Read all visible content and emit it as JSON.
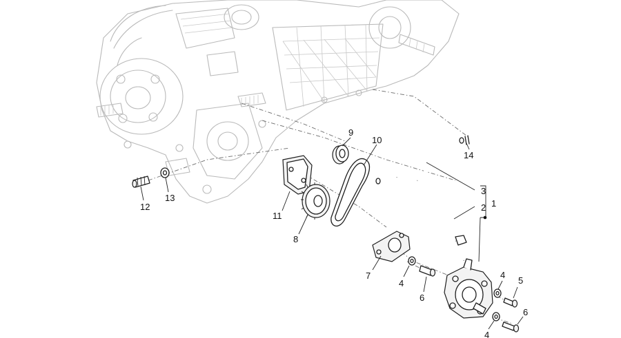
{
  "callouts": {
    "c1": "1",
    "c2": "2",
    "c3": "3",
    "c4a": "4",
    "c4b": "4",
    "c4c": "4",
    "c5": "5",
    "c6a": "6",
    "c6b": "6",
    "c7": "7",
    "c8": "8",
    "c9": "9",
    "c10": "10",
    "c11": "11",
    "c12": "12",
    "c13": "13",
    "c14": "14"
  }
}
